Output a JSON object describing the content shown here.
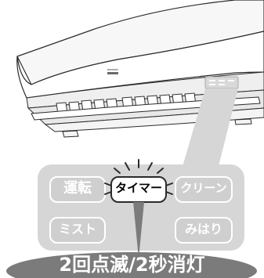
{
  "brand_mark": "HITACHI",
  "panel": {
    "button_operation": "運転",
    "button_timer": "タイマー",
    "button_clean": "クリーン",
    "button_mist": "ミスト",
    "button_watch": "みはり"
  },
  "caption": "2回点滅/2秒消灯",
  "colors": {
    "panel_fill": "#d6d6d6",
    "caption_fill": "#7b7b7b",
    "active_button_fill": "#ffffff",
    "inactive_button_fill": "#cfcfcf",
    "inactive_text": "#ffffff",
    "active_text": "#000000",
    "outline": "#2b2b2b"
  }
}
